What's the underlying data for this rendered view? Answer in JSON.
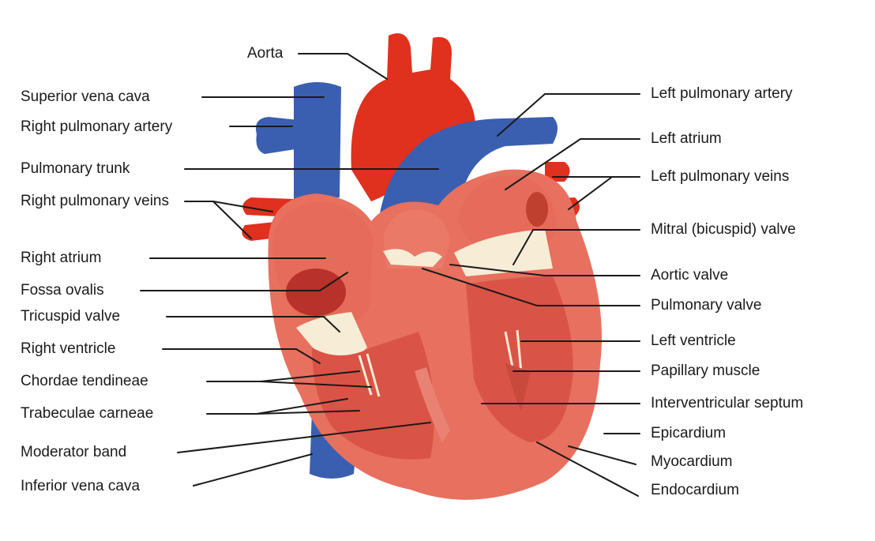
{
  "colors": {
    "artery_red": "#e0301e",
    "vein_blue": "#3a5fb0",
    "myocardium": "#e8705f",
    "chamber": "#d95446",
    "valve": "#f7ecd6"
  },
  "labels_left": [
    {
      "id": "aorta",
      "text": "Aorta"
    },
    {
      "id": "superior-vena-cava",
      "text": "Superior vena cava"
    },
    {
      "id": "right-pulmonary-artery",
      "text": "Right pulmonary artery"
    },
    {
      "id": "pulmonary-trunk",
      "text": "Pulmonary trunk"
    },
    {
      "id": "right-pulmonary-veins",
      "text": "Right pulmonary veins"
    },
    {
      "id": "right-atrium",
      "text": "Right atrium"
    },
    {
      "id": "fossa-ovalis",
      "text": "Fossa ovalis"
    },
    {
      "id": "tricuspid-valve",
      "text": "Tricuspid valve"
    },
    {
      "id": "right-ventricle",
      "text": "Right ventricle"
    },
    {
      "id": "chordae-tendineae",
      "text": "Chordae tendineae"
    },
    {
      "id": "trabeculae-carneae",
      "text": "Trabeculae carneae"
    },
    {
      "id": "moderator-band",
      "text": "Moderator band"
    },
    {
      "id": "inferior-vena-cava",
      "text": "Inferior vena cava"
    }
  ],
  "labels_right": [
    {
      "id": "left-pulmonary-artery",
      "text": "Left pulmonary artery"
    },
    {
      "id": "left-atrium",
      "text": "Left atrium"
    },
    {
      "id": "left-pulmonary-veins",
      "text": "Left pulmonary veins"
    },
    {
      "id": "mitral-valve",
      "text": "Mitral (bicuspid) valve"
    },
    {
      "id": "aortic-valve",
      "text": "Aortic valve"
    },
    {
      "id": "pulmonary-valve",
      "text": "Pulmonary valve"
    },
    {
      "id": "left-ventricle",
      "text": "Left ventricle"
    },
    {
      "id": "papillary-muscle",
      "text": "Papillary muscle"
    },
    {
      "id": "interventricular-septum",
      "text": "Interventricular septum"
    },
    {
      "id": "epicardium",
      "text": "Epicardium"
    },
    {
      "id": "myocardium",
      "text": "Myocardium"
    },
    {
      "id": "endocardium",
      "text": "Endocardium"
    }
  ]
}
